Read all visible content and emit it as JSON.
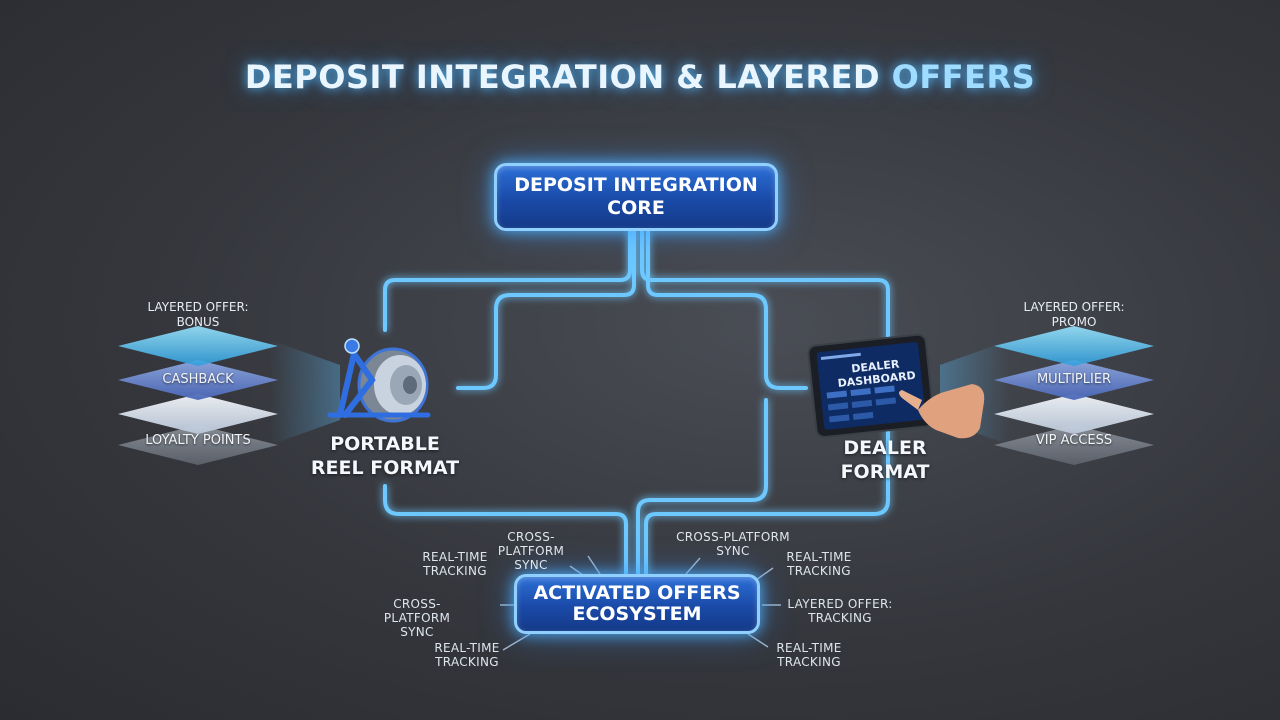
{
  "title_main": "DEPOSIT INTEGRATION & LAYERED ",
  "title_hl": "OFFERS",
  "core": {
    "line1": "DEPOSIT INTEGRATION",
    "line2": "CORE"
  },
  "ecosystem": {
    "line1": "ACTIVATED OFFERS",
    "line2": "ECOSYSTEM"
  },
  "left_format": {
    "line1": "PORTABLE",
    "line2": "REEL FORMAT"
  },
  "right_format": {
    "line1": "DEALER",
    "line2": "FORMAT",
    "screen_title": "DEALER DASHBOARD"
  },
  "left_stack": {
    "head1": "LAYERED OFFER:",
    "head2": "BONUS",
    "layer2": "CASHBACK",
    "layer4": "LOYALTY POINTS"
  },
  "right_stack": {
    "head1": "LAYERED OFFER:",
    "head2": "PROMO",
    "layer2": "MULTIPLIER",
    "layer4": "VIP ACCESS"
  },
  "spokes": [
    {
      "l1": "CROSS-PLATFORM",
      "l2": "SYNC"
    },
    {
      "l1": "REAL-TIME",
      "l2": "TRACKING"
    },
    {
      "l1": "CROSS-PLATFORM",
      "l2": "SYNC"
    },
    {
      "l1": "REAL-TIME",
      "l2": "TRACKING"
    },
    {
      "l1": "CROSS-PLATFORM",
      "l2": "SYNC"
    },
    {
      "l1": "REAL-TIME",
      "l2": "TRACKING"
    },
    {
      "l1": "LAYERED OFFER:",
      "l2": "TRACKING"
    },
    {
      "l1": "REAL-TIME",
      "l2": "TRACKING"
    }
  ],
  "colors": {
    "glow": "#5ec2ff",
    "node_fill": "#1a4aa8",
    "node_border": "#8fd0ff"
  }
}
